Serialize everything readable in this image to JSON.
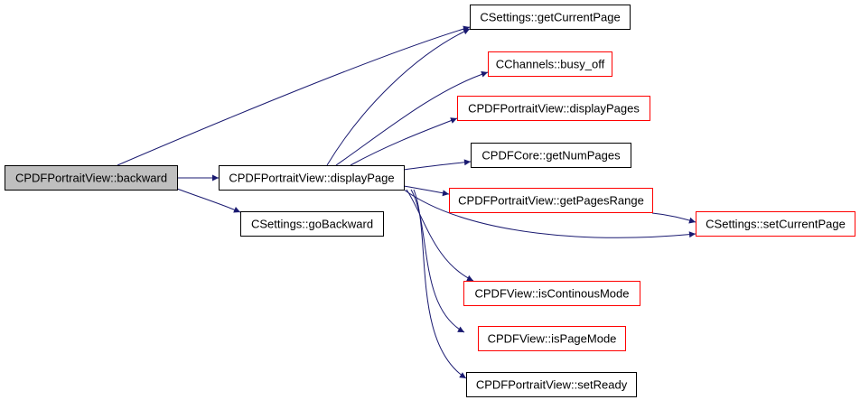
{
  "colors": {
    "edge": "#191970",
    "border_root": "#000000",
    "border_normal": "#000000",
    "border_truncated": "#ff0000",
    "fill_root": "#bfbfbf",
    "fill_normal": "#ffffff"
  },
  "nodes": [
    {
      "id": "backward",
      "label": "CPDFPortraitView::backward",
      "kind": "root"
    },
    {
      "id": "displayPage",
      "label": "CPDFPortraitView::displayPage",
      "kind": "normal"
    },
    {
      "id": "goBackward",
      "label": "CSettings::goBackward",
      "kind": "normal"
    },
    {
      "id": "getCurrentPage",
      "label": "CSettings::getCurrentPage",
      "kind": "normal"
    },
    {
      "id": "busy_off",
      "label": "CChannels::busy_off",
      "kind": "truncated"
    },
    {
      "id": "displayPages",
      "label": "CPDFPortraitView::displayPages",
      "kind": "truncated"
    },
    {
      "id": "getNumPages",
      "label": "CPDFCore::getNumPages",
      "kind": "normal"
    },
    {
      "id": "getPagesRange",
      "label": "CPDFPortraitView::getPagesRange",
      "kind": "truncated"
    },
    {
      "id": "setCurrentPage",
      "label": "CSettings::setCurrentPage",
      "kind": "truncated"
    },
    {
      "id": "isContinousMode",
      "label": "CPDFView::isContinousMode",
      "kind": "truncated"
    },
    {
      "id": "isPageMode",
      "label": "CPDFView::isPageMode",
      "kind": "truncated"
    },
    {
      "id": "setReady",
      "label": "CPDFPortraitView::setReady",
      "kind": "normal"
    }
  ],
  "edges": [
    {
      "from": "backward",
      "to": "getCurrentPage"
    },
    {
      "from": "backward",
      "to": "displayPage"
    },
    {
      "from": "backward",
      "to": "goBackward"
    },
    {
      "from": "displayPage",
      "to": "getCurrentPage"
    },
    {
      "from": "displayPage",
      "to": "busy_off"
    },
    {
      "from": "displayPage",
      "to": "displayPages"
    },
    {
      "from": "displayPage",
      "to": "getNumPages"
    },
    {
      "from": "displayPage",
      "to": "getPagesRange"
    },
    {
      "from": "displayPage",
      "to": "setCurrentPage"
    },
    {
      "from": "displayPage",
      "to": "isContinousMode"
    },
    {
      "from": "displayPage",
      "to": "isPageMode"
    },
    {
      "from": "displayPage",
      "to": "setReady"
    },
    {
      "from": "getPagesRange",
      "to": "setCurrentPage"
    }
  ]
}
